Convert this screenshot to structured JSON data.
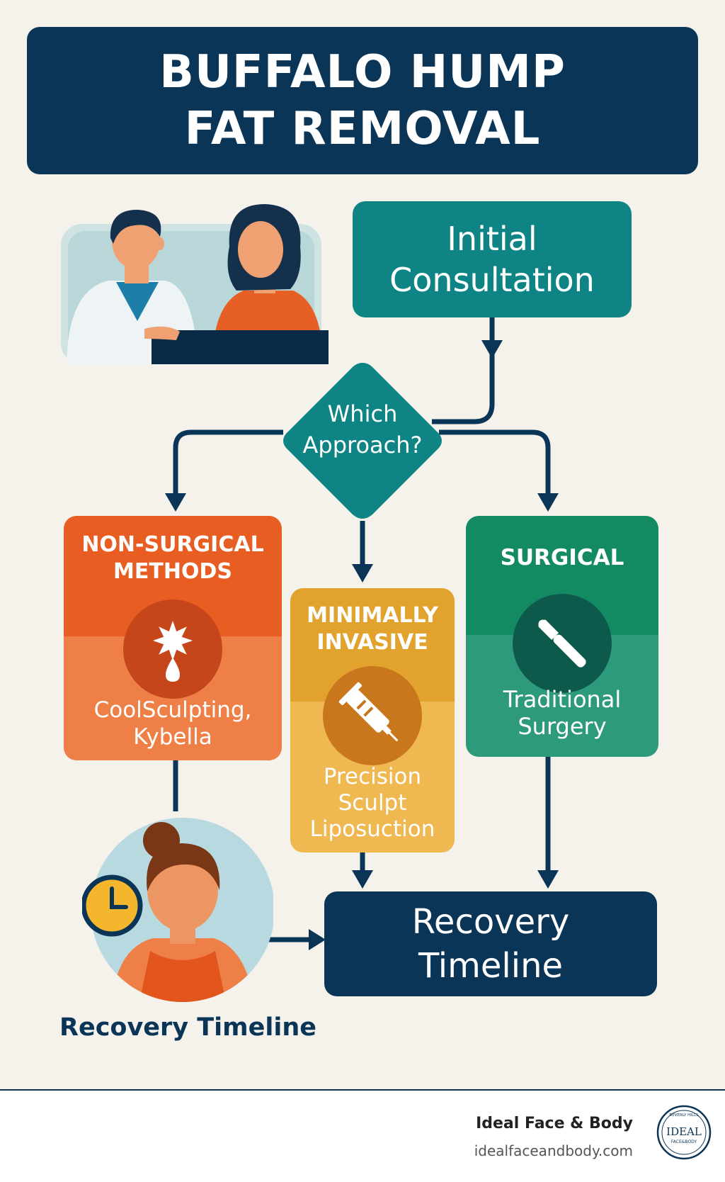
{
  "title": {
    "line1": "BUFFALO HUMP",
    "line2": "FAT REMOVAL"
  },
  "consultation": {
    "line1": "Initial",
    "line2": "Consultation"
  },
  "decision": {
    "line1": "Which",
    "line2": "Approach?"
  },
  "options": [
    {
      "label_line1": "NON-SURGICAL",
      "label_line2": "METHODS",
      "sub_line1": "CoolSculpting,",
      "sub_line2": "Kybella",
      "icon": "snowflake-drop-icon",
      "color_top": "#e75d22",
      "color_bottom": "#ee8047"
    },
    {
      "label_line1": "MINIMALLY",
      "label_line2": "INVASIVE",
      "sub_line1": "Precision",
      "sub_line2": "Sculpt",
      "sub_line3": "Liposuction",
      "icon": "syringe-icon",
      "color_top": "#e2a22e",
      "color_bottom": "#efb850"
    },
    {
      "label_line1": "SURGICAL",
      "sub_line1": "Traditional",
      "sub_line2": "Surgery",
      "icon": "scalpel-icon",
      "color_top": "#148a63",
      "color_bottom": "#2e9a7c"
    }
  ],
  "recovery": {
    "line1": "Recovery",
    "line2": "Timeline",
    "caption": "Recovery Timeline"
  },
  "footer": {
    "brand": "Ideal Face & Body",
    "url": "idealfaceandbody.com",
    "logo_text": "IDEAL",
    "logo_sub": "FACE&BODY",
    "logo_top": "BEVERLY HILLS"
  },
  "colors": {
    "navy": "#0b3556",
    "teal": "#0e8584",
    "background": "#f5f2ec"
  }
}
